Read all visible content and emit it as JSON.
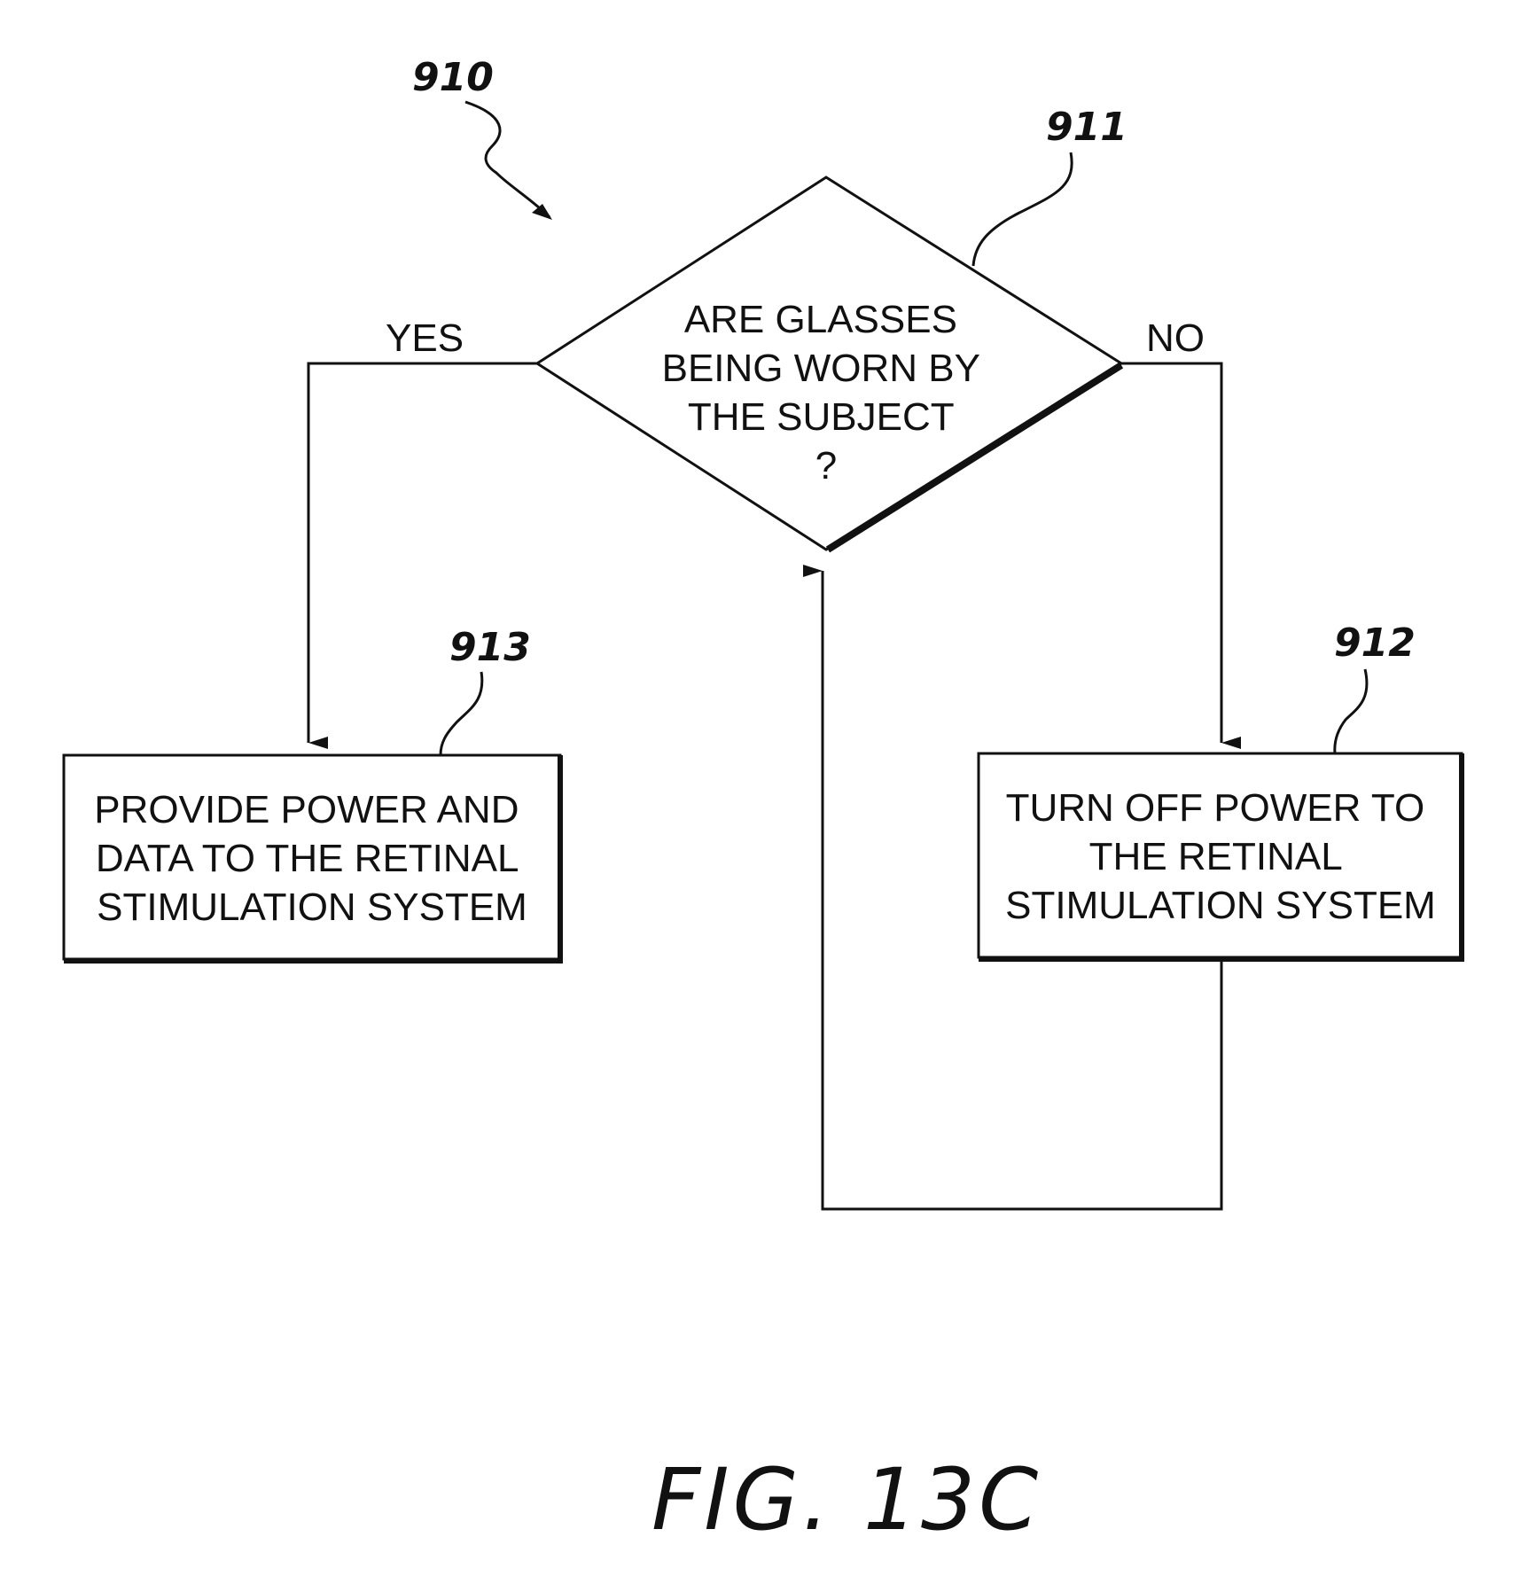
{
  "figure_ref": "910",
  "decision": {
    "ref": "911",
    "lines": [
      "ARE GLASSES",
      "BEING WORN BY",
      "THE SUBJECT",
      "?"
    ]
  },
  "yes_label": "YES",
  "no_label": "NO",
  "box_left": {
    "ref": "913",
    "lines": [
      "PROVIDE POWER AND",
      "DATA TO THE RETINAL",
      "STIMULATION SYSTEM"
    ]
  },
  "box_right": {
    "ref": "912",
    "lines": [
      "TURN OFF POWER TO",
      "THE RETINAL",
      "STIMULATION SYSTEM"
    ]
  },
  "caption": "FIG. 13C"
}
